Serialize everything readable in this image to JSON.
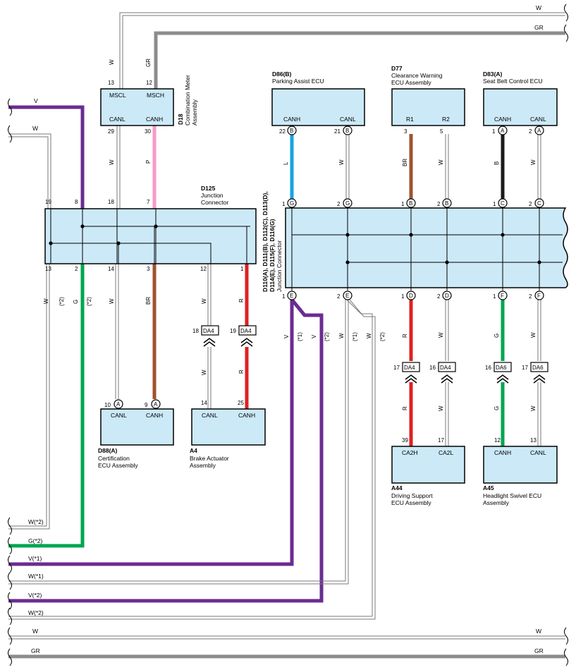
{
  "colors": {
    "box_fill": "#cce9f7",
    "violet": "#6a2c91",
    "green": "#00a651",
    "brown": "#a0522d",
    "pink": "#f59ac8",
    "blue": "#1aa3e0",
    "red": "#e02020",
    "black": "#1a1a1a",
    "gray": "#8c8c8c",
    "white_wire": "#7a7a7a"
  },
  "components": {
    "d18": {
      "id": "D18",
      "name1": "Combination Meter",
      "name2": "Assembly",
      "pin_mscl": "MSCL",
      "pin_msch": "MSCH",
      "pin_canl": "CANL",
      "pin_canh": "CANH",
      "n13": "13",
      "n12": "12",
      "n29": "29",
      "n30": "30",
      "w_color": "W",
      "gr_color": "GR",
      "w2": "W",
      "p": "P"
    },
    "d125": {
      "id": "D125",
      "name1": "Junction",
      "name2": "Connector",
      "n19": "19",
      "n8": "8",
      "n18": "18",
      "n7": "7",
      "n13": "13",
      "n2": "2",
      "n14": "14",
      "n3": "3",
      "n12": "12",
      "n1": "1"
    },
    "d86": {
      "id": "D86(B)",
      "name": "Parking Assist ECU",
      "canh": "CANH",
      "canl": "CANL",
      "n22": "22",
      "n21": "21",
      "b": "B",
      "l": "L",
      "w": "W"
    },
    "d77": {
      "id": "D77",
      "name1": "Clearance Warning",
      "name2": "ECU Assembly",
      "r1": "R1",
      "r2": "R2",
      "n3": "3",
      "n5": "5",
      "br": "BR",
      "w": "W"
    },
    "d83": {
      "id": "D83(A)",
      "name": "Seat Belt Control ECU",
      "canh": "CANH",
      "canl": "CANL",
      "n1": "1",
      "n2": "2",
      "a": "A",
      "b": "B",
      "w": "W"
    },
    "jc": {
      "line1": "D110(A), D111(B), D112(C), D113(D),",
      "line2": "D114(E), D115(F), D116(G)",
      "line3": "Junction Connector",
      "one": "1",
      "two": "2",
      "g": "G",
      "b": "B",
      "c": "C",
      "e": "E",
      "d": "D",
      "f": "F"
    },
    "d88": {
      "id": "D88(A)",
      "name1": "Certification",
      "name2": "ECU Assembly",
      "canl": "CANL",
      "canh": "CANH",
      "n10": "10",
      "n9": "9",
      "a": "A",
      "w": "W",
      "br": "BR"
    },
    "a4": {
      "id": "A4",
      "name1": "Brake Actuator",
      "name2": "Assembly",
      "canl": "CANL",
      "canh": "CANH",
      "n14": "14",
      "n25": "25",
      "n18": "18",
      "n19": "19",
      "da4": "DA4",
      "n12": "12",
      "n1": "1",
      "w": "W",
      "r": "R"
    },
    "a44": {
      "id": "A44",
      "name1": "Driving Support",
      "name2": "ECU Assembly",
      "ca2h": "CA2H",
      "ca2l": "CA2L",
      "n39": "39",
      "n17": "17",
      "n16": "16",
      "da4": "DA4",
      "r": "R",
      "w": "W"
    },
    "a45": {
      "id": "A45",
      "name1": "Headlight Swivel ECU",
      "name2": "Assembly",
      "canh": "CANH",
      "canl": "CANL",
      "n12": "12",
      "n13": "13",
      "n16": "16",
      "n17": "17",
      "da6": "DA6",
      "g": "G",
      "w": "W"
    }
  },
  "wire_labels": {
    "w": "W",
    "gr": "GR",
    "v": "V",
    "g": "G",
    "star1": "(*1)",
    "star2": "(*2)",
    "w_star2": "W(*2)",
    "g_star2": "G(*2)",
    "v_star1": "V(*1)",
    "w_star1": "W(*1)",
    "v_star2": "V(*2)"
  }
}
